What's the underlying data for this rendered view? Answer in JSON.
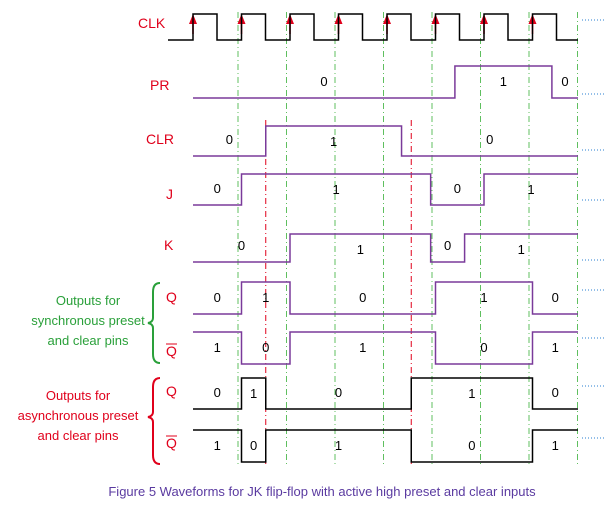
{
  "colors": {
    "signal_label": "#e0001b",
    "trace_purple": "#7a3a9a",
    "trace_black": "#000000",
    "guide_green": "#5fbf5f",
    "guide_red": "#e0001b",
    "clk_arrow": "#e0001b",
    "caption": "#5a3aa0",
    "sync_group": "#2aa03a",
    "async_group": "#e0001b",
    "dotted_blue": "#2a7fd0"
  },
  "signals": {
    "clk": "CLK",
    "pr": "PR",
    "clr": "CLR",
    "j": "J",
    "k": "K",
    "q_sync": "Q",
    "qbar_sync": "Q",
    "q_async": "Q",
    "qbar_async": "Q"
  },
  "groups": {
    "sync": {
      "line1": "Outputs for",
      "line2": "synchronous preset",
      "line3": "and clear pins"
    },
    "async": {
      "line1": "Outputs for",
      "line2": "asynchronous preset",
      "line3": "and clear pins"
    }
  },
  "values": {
    "pr": [
      "0",
      "1",
      "0"
    ],
    "clr": [
      "0",
      "1",
      "0"
    ],
    "j": [
      "0",
      "1",
      "0",
      "1"
    ],
    "k": [
      "0",
      "1",
      "0",
      "1"
    ],
    "q_sync": [
      "0",
      "1",
      "0",
      "1",
      "0"
    ],
    "qbar_sync": [
      "1",
      "0",
      "1",
      "0",
      "1"
    ],
    "q_async": [
      "0",
      "1",
      "0",
      "1",
      "0"
    ],
    "qbar_async": [
      "1",
      "0",
      "1",
      "0",
      "1"
    ]
  },
  "caption": "Figure 5    Waveforms for JK flip-flop with active high preset and clear inputs",
  "waveform_data": {
    "clock_cycles": 8,
    "segments": {
      "pr": [
        [
          "0",
          0,
          5.4
        ],
        [
          "1",
          5.4,
          7.4
        ],
        [
          "0",
          7.4,
          8.4
        ]
      ],
      "clr": [
        [
          "0",
          0,
          1.5
        ],
        [
          "1",
          1.5,
          4.3
        ],
        [
          "0",
          4.3,
          8.4
        ]
      ],
      "j": [
        [
          "0",
          0,
          1.0
        ],
        [
          "1",
          1.0,
          4.9
        ],
        [
          "0",
          4.9,
          6.0
        ],
        [
          "1",
          6.0,
          8.4
        ]
      ],
      "k": [
        [
          "0",
          0,
          2.0
        ],
        [
          "1",
          2.0,
          4.9
        ],
        [
          "0",
          4.9,
          5.6
        ],
        [
          "1",
          5.6,
          8.4
        ]
      ],
      "q_sync": [
        [
          "0",
          0,
          1.0
        ],
        [
          "1",
          1.0,
          2.0
        ],
        [
          "0",
          2.0,
          5.0
        ],
        [
          "1",
          5.0,
          7.0
        ],
        [
          "0",
          7.0,
          8.4
        ]
      ],
      "qbar_sync": [
        [
          "1",
          0,
          1.0
        ],
        [
          "0",
          1.0,
          2.0
        ],
        [
          "1",
          2.0,
          5.0
        ],
        [
          "0",
          5.0,
          7.0
        ],
        [
          "1",
          7.0,
          8.4
        ]
      ],
      "q_async": [
        [
          "0",
          0,
          1.0
        ],
        [
          "1",
          1.0,
          1.5
        ],
        [
          "0",
          1.5,
          4.5
        ],
        [
          "1",
          4.5,
          7.0
        ],
        [
          "0",
          7.0,
          8.4
        ]
      ],
      "qbar_async": [
        [
          "1",
          0,
          1.0
        ],
        [
          "0",
          1.0,
          1.5
        ],
        [
          "1",
          1.5,
          4.5
        ],
        [
          "0",
          4.5,
          7.0
        ],
        [
          "1",
          7.0,
          8.4
        ]
      ]
    }
  }
}
